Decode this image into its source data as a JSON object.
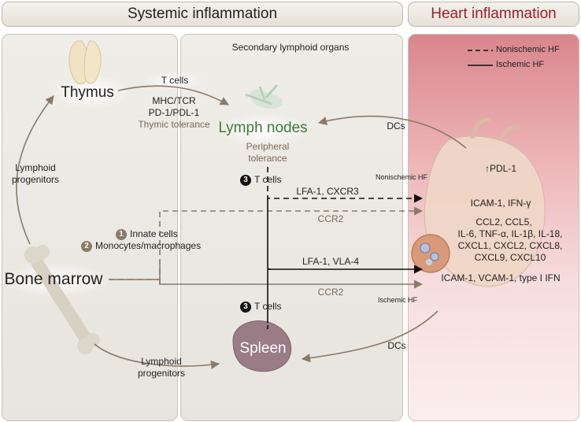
{
  "headers": {
    "systemic": "Systemic inflammation",
    "heart": "Heart inflammation"
  },
  "panel_titles": {
    "secondary": "Secondary lymphoid organs"
  },
  "legend": {
    "nonischemic": "Nonischemic HF",
    "ischemic": "Ischemic HF"
  },
  "organs": {
    "thymus": "Thymus",
    "lymph_nodes": "Lymph nodes",
    "spleen": "Spleen",
    "bone_marrow": "Bone marrow"
  },
  "labels": {
    "t_cells_top": "T cells",
    "mhc_tcr": "MHC/TCR",
    "pd1": "PD-1/PDL-1",
    "thymic_tolerance": "Thymic tolerance",
    "peripheral_tolerance_1": "Peripheral",
    "peripheral_tolerance_2": "tolerance",
    "t_cells_3a": "T cells",
    "t_cells_3b": "T cells",
    "lymphoid_progenitors_left_1": "Lymphoid",
    "lymphoid_progenitors_left_2": "progenitors",
    "lymphoid_progenitors_bottom_1": "Lymphoid",
    "lymphoid_progenitors_bottom_2": "progenitors",
    "innate_cells": "Innate cells",
    "monocytes": "Monocytes/macrophages",
    "dcs_top": "DCs",
    "dcs_bottom": "DCs",
    "lfa1_cxcr3": "LFA-1, CXCR3",
    "ccr2_top": "CCR2",
    "lfa1_vla4": "LFA-1, VLA-4",
    "ccr2_bottom": "CCR2",
    "nonischemic_hf": "Nonischemic HF",
    "ischemic_hf": "Ischemic HF",
    "pdl1": "↑PDL-1",
    "icam_ifn": "ICAM-1, IFN-γ",
    "cytokines_1": "CCL2, CCL5,",
    "cytokines_2": "IL-6, TNF-α, IL-1β, IL-18,",
    "cytokines_3": "CXCL1, CXCL2, CXCL8,",
    "cytokines_4": "CXCL9, CXCL10",
    "icam_vcam": "ICAM-1, VCAM-1, type I IFN"
  },
  "badges": {
    "one": "1",
    "two": "2",
    "three_a": "3",
    "three_b": "3"
  },
  "colors": {
    "arrow_brown": "#8a7a6a",
    "lymph_green": "#3e7a3a",
    "tolerance_gray": "#7b6a5a",
    "heart_red": "#a01e2a"
  }
}
